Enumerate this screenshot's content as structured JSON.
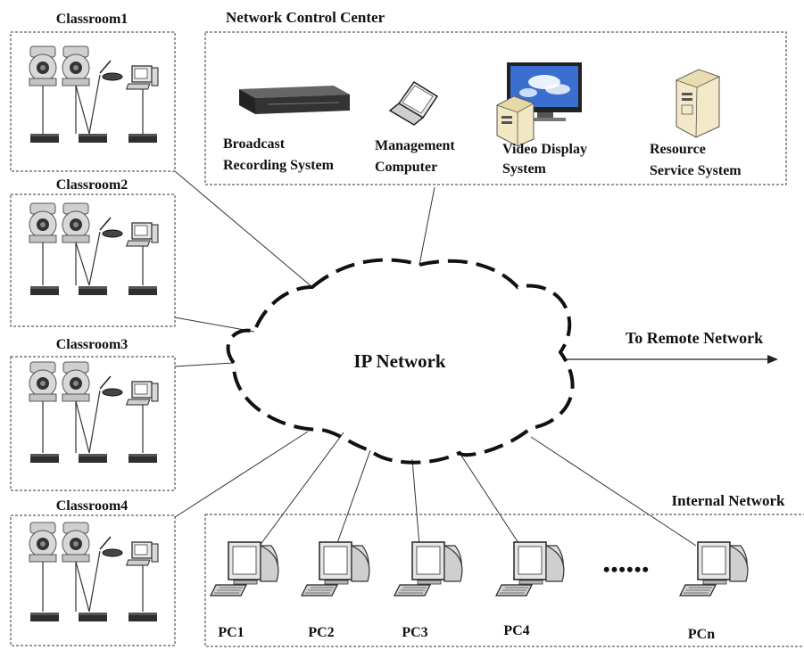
{
  "classrooms": [
    {
      "label": "Classroom1"
    },
    {
      "label": "Classroom2"
    },
    {
      "label": "Classroom3"
    },
    {
      "label": "Classroom4"
    }
  ],
  "control_center": {
    "title": "Network Control Center",
    "items": [
      {
        "line1": "Broadcast",
        "line2": "Recording System",
        "icon": "recorder-icon"
      },
      {
        "line1": "Management",
        "line2": "Computer",
        "icon": "laptop-icon"
      },
      {
        "line1": "Video Display",
        "line2": "System",
        "icon": "display-server-icon"
      },
      {
        "line1": "Resource",
        "line2": "Service System",
        "icon": "server-icon"
      }
    ]
  },
  "cloud": {
    "label": "IP Network"
  },
  "remote": {
    "label": "To Remote Network"
  },
  "internal": {
    "title": "Internal Network",
    "pcs": [
      "PC1",
      "PC2",
      "PC3",
      "PC4",
      "PCn"
    ],
    "ellipsis": "••••••"
  }
}
